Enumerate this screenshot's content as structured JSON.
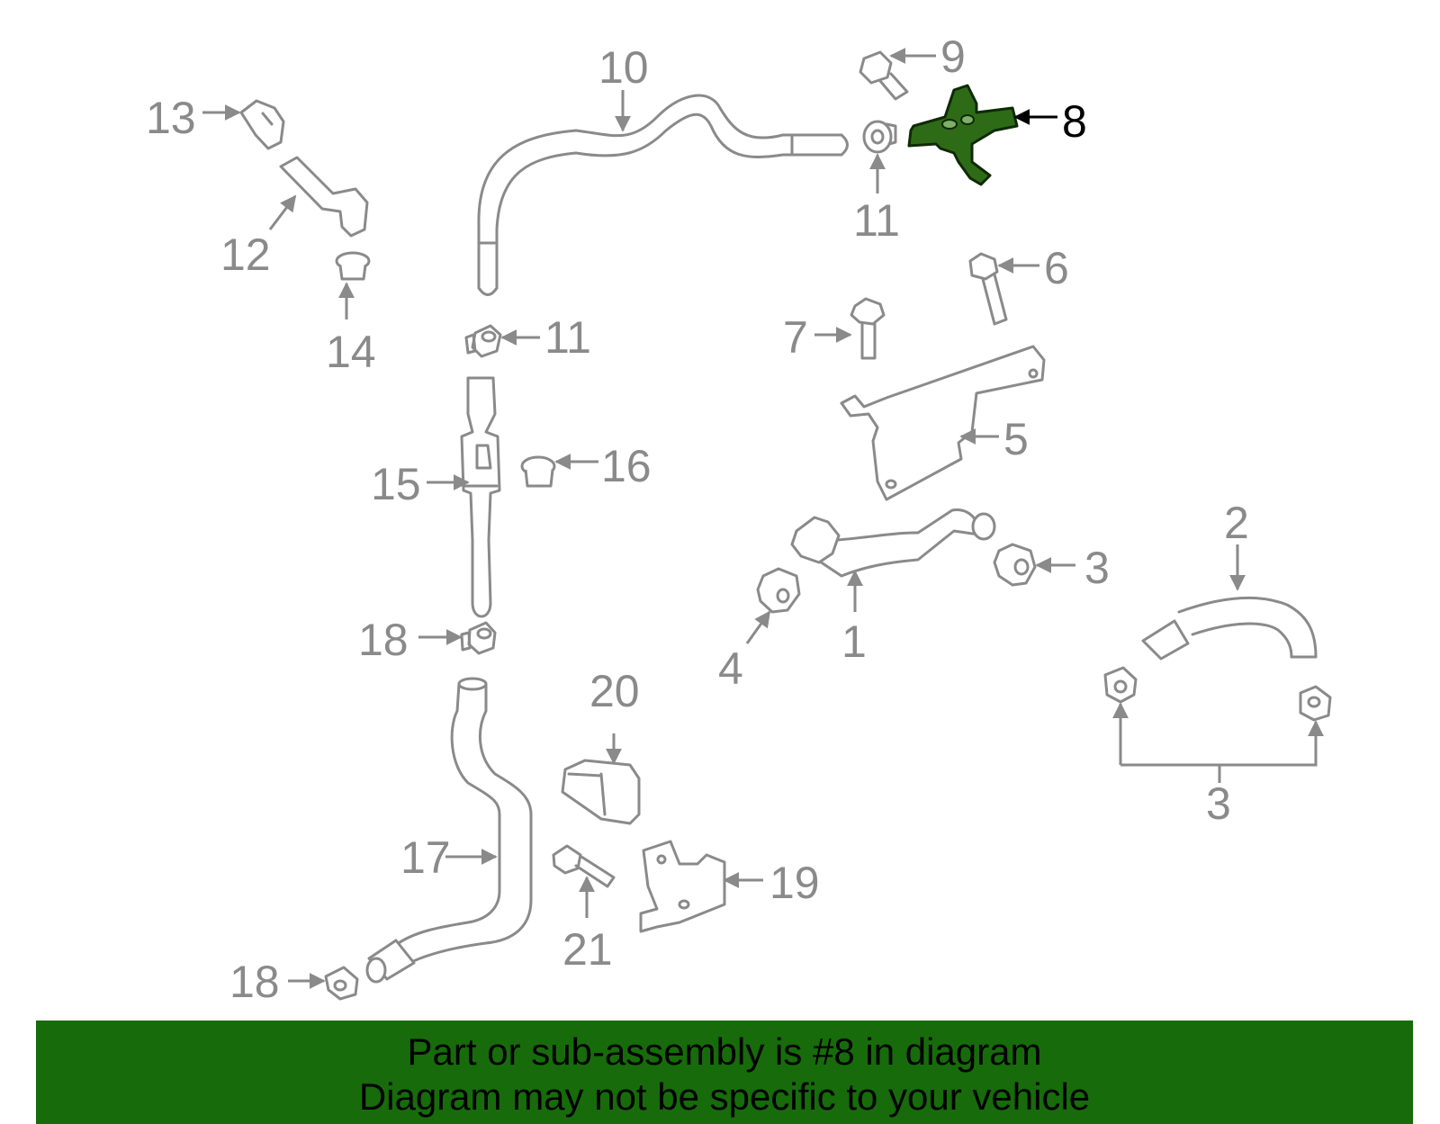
{
  "highlight_color": "#2e6b17",
  "banner_color": "#176b0b",
  "callouts": {
    "c1": "1",
    "c2": "2",
    "c3a": "3",
    "c3b": "3",
    "c4": "4",
    "c5": "5",
    "c6": "6",
    "c7": "7",
    "c8": "8",
    "c9": "9",
    "c10": "10",
    "c11a": "11",
    "c11b": "11",
    "c12": "12",
    "c13": "13",
    "c14": "14",
    "c15": "15",
    "c16": "16",
    "c17": "17",
    "c18a": "18",
    "c18b": "18",
    "c19": "19",
    "c20": "20",
    "c21": "21"
  },
  "banner": {
    "line1": "Part or sub-assembly is #8 in diagram",
    "line2": "Diagram may not be specific to your vehicle"
  }
}
